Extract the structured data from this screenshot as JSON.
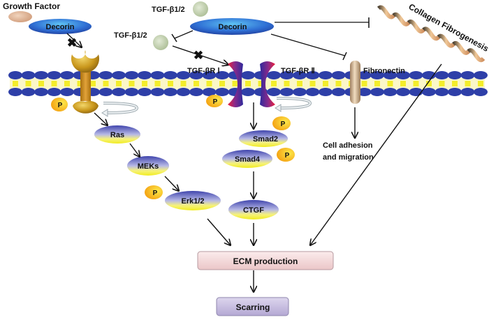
{
  "title": "Decorin signaling pathways in scarring",
  "labels": {
    "growth_factor": "Growth Factor",
    "decorin_left": "Decorin",
    "decorin_center": "Decorin",
    "tgf_top": "TGF-β1/2",
    "tgf_left": "TGF-β1/2",
    "tgf_receptor_1": "TGF-βR Ⅰ",
    "tgf_receptor_2": "TGF-βR Ⅱ",
    "fibronectin": "Fibronectin",
    "collagen": "Collagen Fibrogenesis",
    "cell_adhesion_line1": "Cell adhesion",
    "cell_adhesion_line2": "and migration",
    "phospho": "P"
  },
  "nodes": {
    "ras": "Ras",
    "meks": "MEKs",
    "erk": "Erk1/2",
    "smad2": "Smad2",
    "smad4": "Smad4",
    "ctgf": "CTGF"
  },
  "outputs": {
    "ecm": "ECM production",
    "scarring": "Scarring"
  },
  "edges": [
    {
      "from": "decorin_left",
      "to": "growth_factor_receptor",
      "type": "blocked"
    },
    {
      "from": "decorin_center",
      "to": "tgf_left",
      "type": "inhibit"
    },
    {
      "from": "tgf_left",
      "to": "tgf_receptor_1",
      "type": "blocked"
    },
    {
      "from": "decorin_center",
      "to": "collagen",
      "type": "inhibit"
    },
    {
      "from": "decorin_center",
      "to": "fibronectin",
      "type": "inhibit"
    },
    {
      "from": "growth_factor_receptor",
      "to": "ras",
      "type": "activate"
    },
    {
      "from": "ras",
      "to": "meks",
      "type": "activate"
    },
    {
      "from": "meks",
      "to": "erk",
      "type": "activate"
    },
    {
      "from": "tgf_receptor",
      "to": "smad2",
      "type": "activate"
    },
    {
      "from": "smad4",
      "to": "ctgf",
      "type": "activate"
    },
    {
      "from": "fibronectin",
      "to": "cell_adhesion",
      "type": "activate"
    },
    {
      "from": "erk",
      "to": "ecm",
      "type": "activate"
    },
    {
      "from": "ctgf",
      "to": "ecm",
      "type": "activate"
    },
    {
      "from": "collagen",
      "to": "ecm",
      "type": "activate"
    },
    {
      "from": "ecm",
      "to": "scarring",
      "type": "activate"
    }
  ],
  "colors": {
    "membrane_head": "#2e3fa8",
    "membrane_tail": "#f4ee2a",
    "decorin": "#2f6fd4",
    "tgf_ligand": "#c9d7b6",
    "growth_factor": "#e4b898",
    "receptor_gold": "#c9971c",
    "receptor_purple": "#3b2a9a",
    "receptor_red": "#e8203a",
    "node_top": "#4a4fb5",
    "node_bottom": "#f3ef3a",
    "phospho_fill": "#f5b400",
    "ecm_box": "#f4d9da",
    "scarring_box": "#c8bfe0"
  }
}
